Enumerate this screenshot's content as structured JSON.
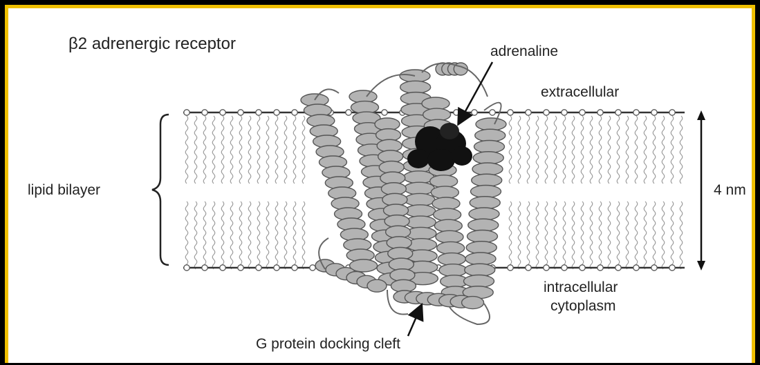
{
  "figure": {
    "title": "β2 adrenergic receptor",
    "labels": {
      "ligand": "adrenaline",
      "outside": "extracellular",
      "membrane": "lipid bilayer",
      "thickness": "4 nm",
      "inside_line1": "intracellular",
      "inside_line2": "cytoplasm",
      "cleft": "G protein docking cleft"
    }
  },
  "colors": {
    "frame": "#f0c000",
    "background": "#ffffff",
    "protein": "#a8a8a8",
    "ligand": "#111111",
    "membrane_line": "#333333",
    "text": "#222222"
  }
}
